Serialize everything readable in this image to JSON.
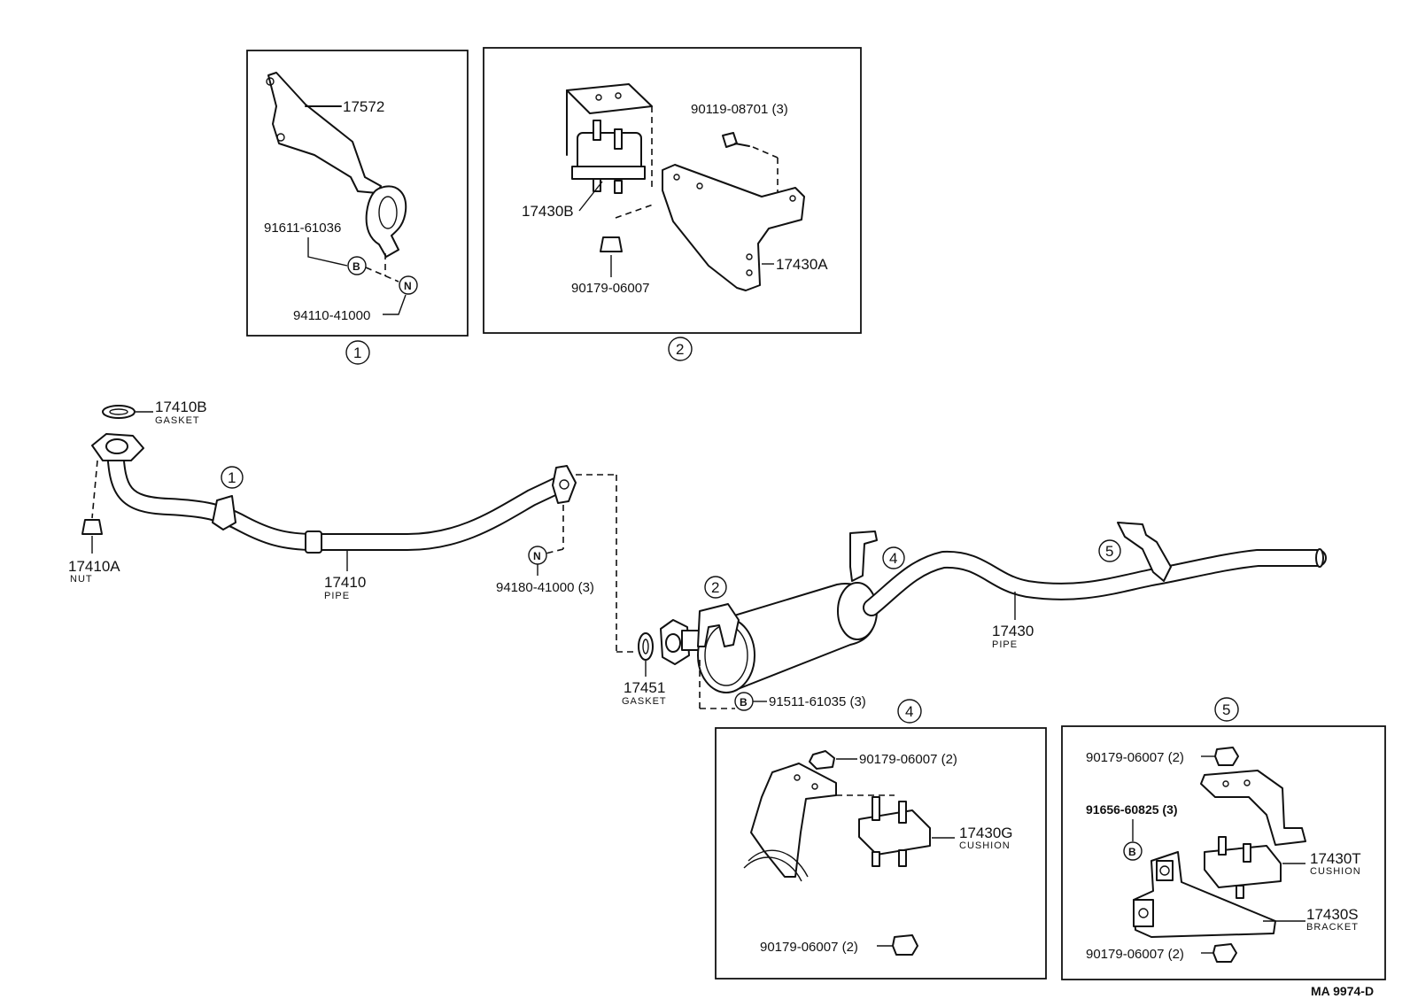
{
  "detail_views": {
    "v1": {
      "number": "1",
      "labels": {
        "bracket": "17572",
        "bolt": "91611-61036",
        "nut": "94110-41000"
      },
      "symbols": {
        "bolt": "B",
        "nut": "N"
      }
    },
    "v2": {
      "number": "2",
      "labels": {
        "bolt": "90119-08701 (3)",
        "cushion": "17430B",
        "bracket": "17430A",
        "nut": "90179-06007"
      }
    },
    "v4": {
      "number": "4",
      "labels": {
        "nut_top": "90179-06007 (2)",
        "cushion": "17430G",
        "cushion_sub": "CUSHION",
        "nut_bottom": "90179-06007 (2)"
      }
    },
    "v5": {
      "number": "5",
      "labels": {
        "nut_top": "90179-06007 (2)",
        "bolt": "91656-60825 (3)",
        "cushion": "17430T",
        "cushion_sub": "CUSHION",
        "bracket": "17430S",
        "bracket_sub": "BRACKET",
        "nut_bottom": "90179-06007 (2)"
      },
      "symbols": {
        "bolt": "B"
      }
    }
  },
  "main": {
    "gasket_top": {
      "code": "17410B",
      "sub": "GASKET"
    },
    "nut_left": {
      "code": "17410A",
      "sub": "NUT"
    },
    "front_pipe": {
      "code": "17410",
      "sub": "PIPE"
    },
    "flange_nut": {
      "code": "94180-41000 (3)",
      "symbol": "N"
    },
    "gasket_mid": {
      "code": "17451",
      "sub": "GASKET"
    },
    "muffler_bolt": {
      "code": "91511-61035 (3)",
      "symbol": "B"
    },
    "tail_pipe": {
      "code": "17430",
      "sub": "PIPE"
    },
    "callouts": [
      "1",
      "2",
      "4",
      "5"
    ]
  },
  "figure_code": "MA 9974-D"
}
